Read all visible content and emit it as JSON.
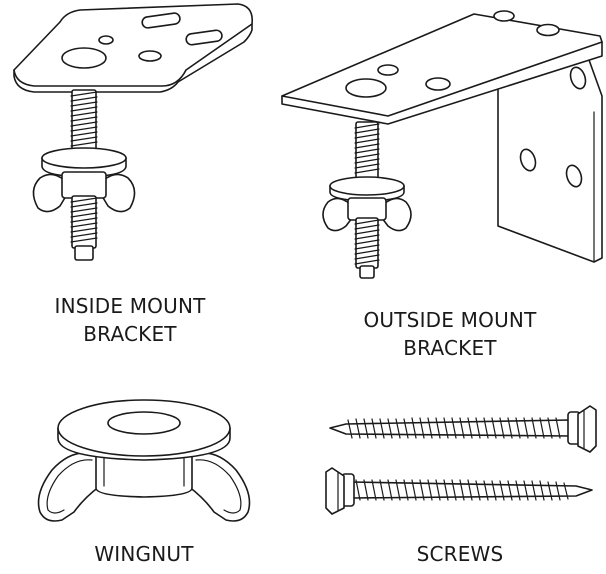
{
  "colors": {
    "line": "#1a1a1a",
    "background": "#ffffff"
  },
  "labels": {
    "inside_mount": [
      "INSIDE MOUNT",
      "BRACKET"
    ],
    "outside_mount": [
      "OUTSIDE MOUNT",
      "BRACKET"
    ],
    "wingnut": "WINGNUT",
    "screws": "SCREWS"
  },
  "icons": {
    "inside_mount": "inside-mount-bracket-icon",
    "outside_mount": "outside-mount-bracket-icon",
    "wingnut": "wingnut-icon",
    "screws": "screws-icon"
  }
}
